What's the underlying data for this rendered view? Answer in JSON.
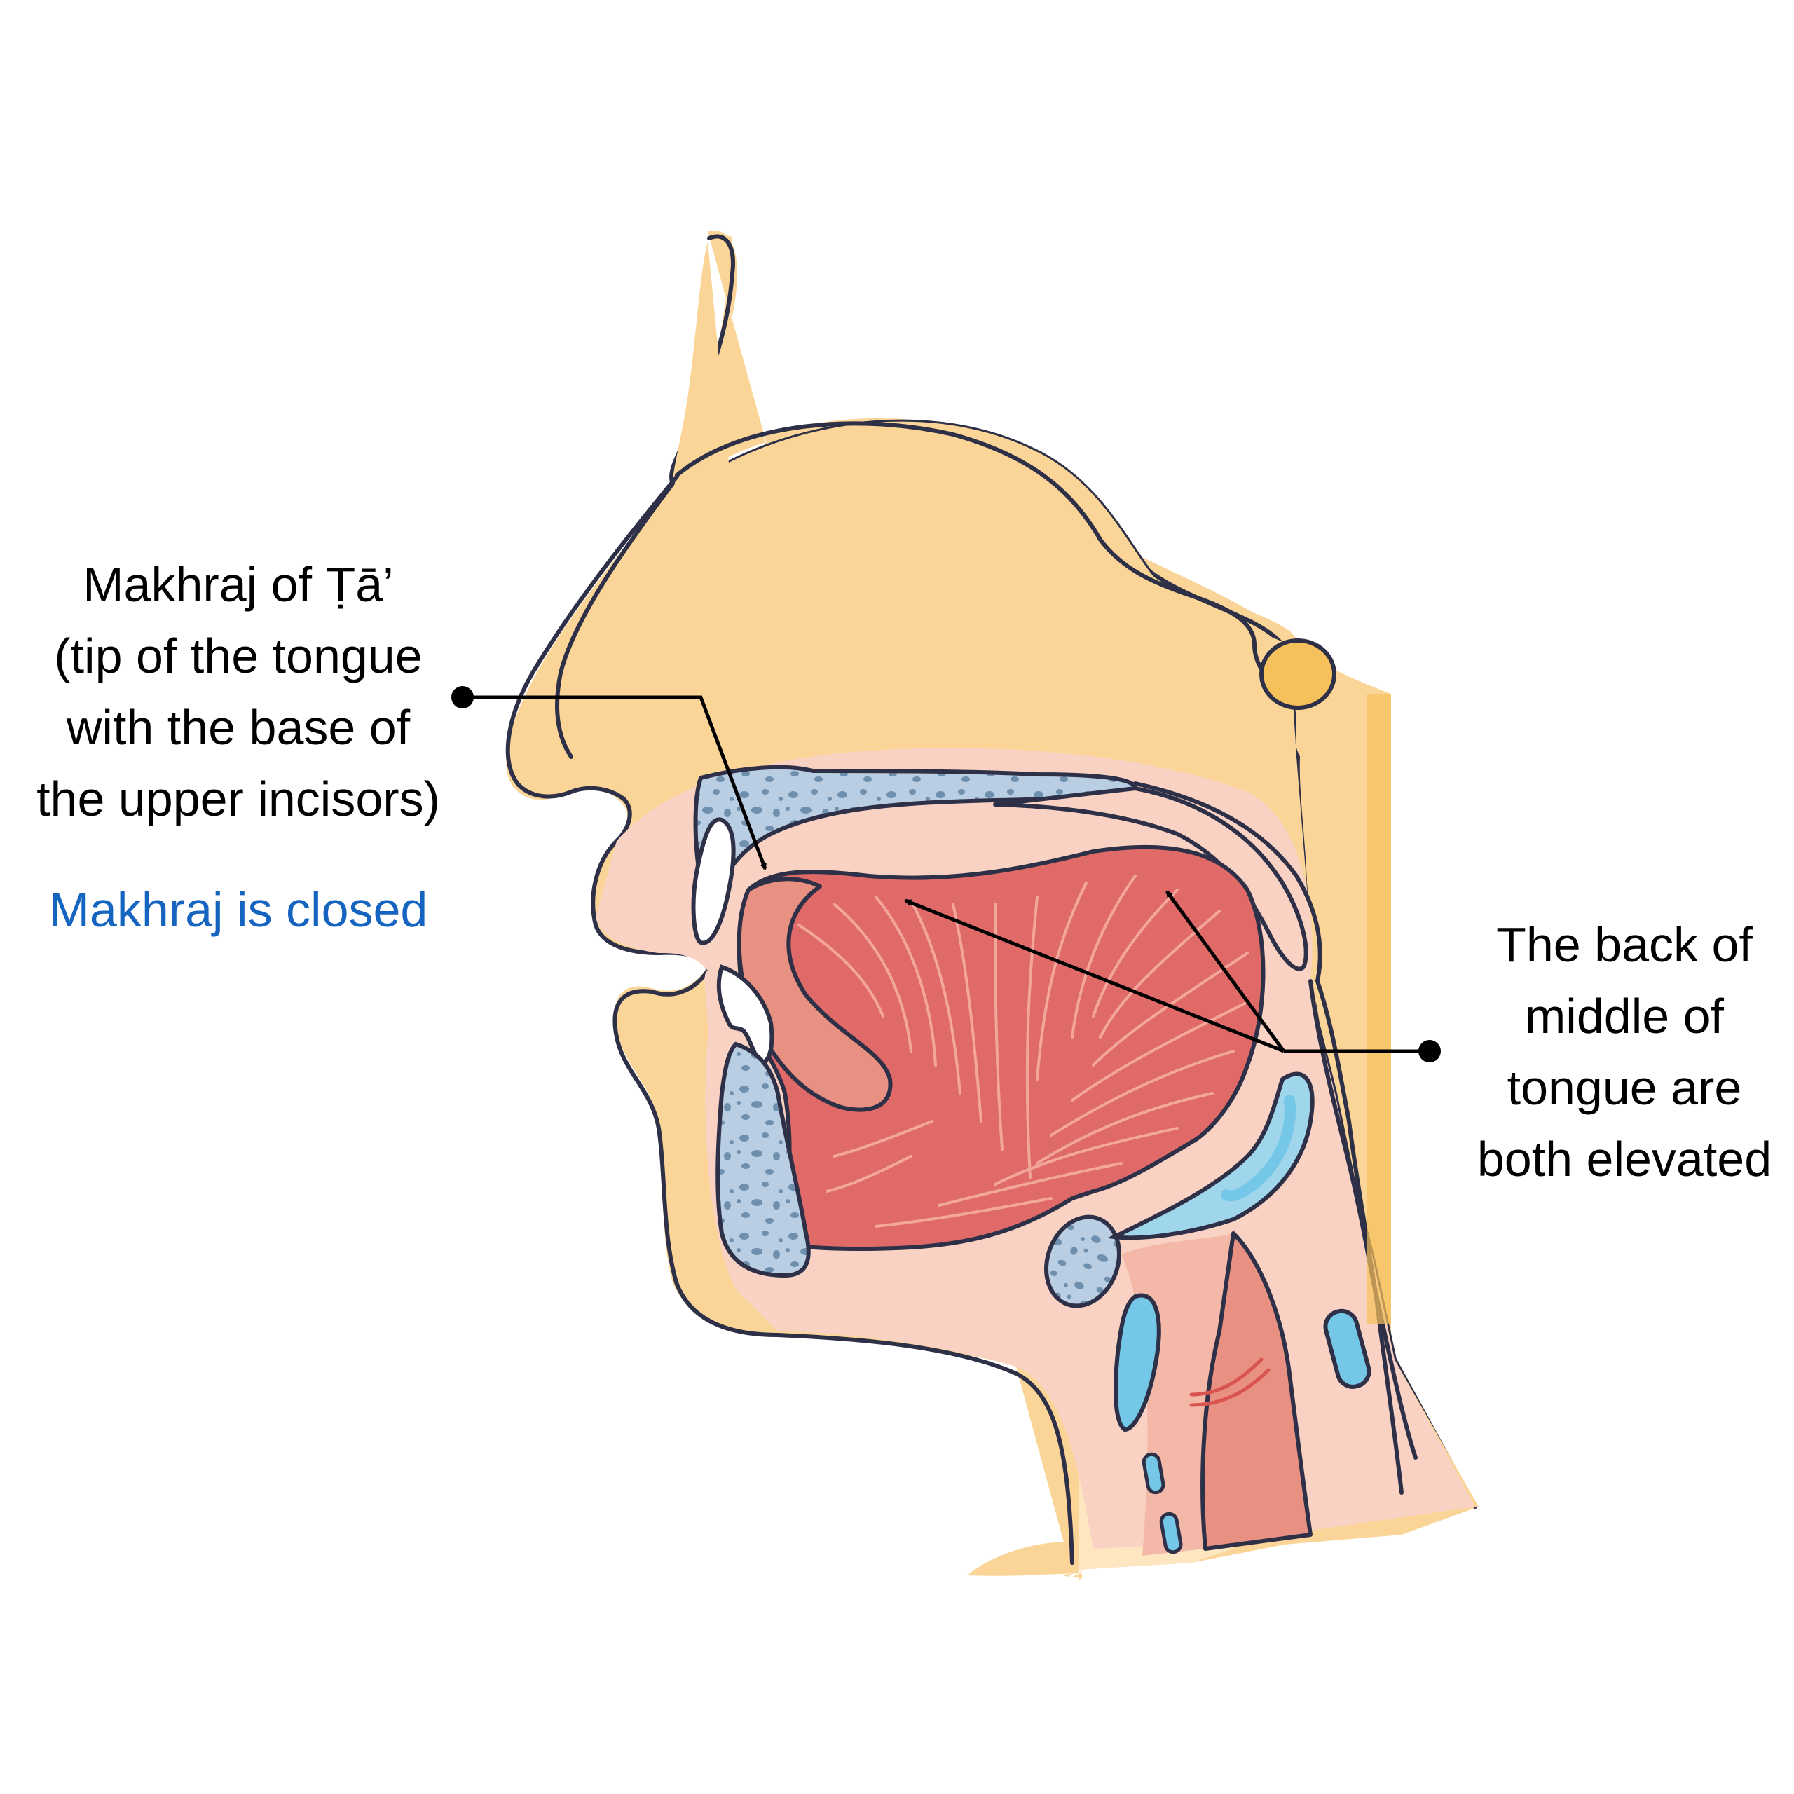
{
  "left_annotation": {
    "lines": [
      "Makhraj of Ṭā’",
      "(tip of the tongue",
      "with the base of",
      "the upper incisors)"
    ],
    "status": "Makhraj is closed",
    "status_color": "#1565c0"
  },
  "right_annotation": {
    "lines": [
      "The back of",
      "middle of",
      "tongue are",
      "both elevated"
    ]
  },
  "colors": {
    "skin": "#fbd598",
    "skin_light": "#fde6c0",
    "mucosa": "#f9d2c4",
    "tongue": "#df6a68",
    "tongue_light": "#e89082",
    "bone": "#b9cee2",
    "cartilage": "#74c7e6",
    "outline": "#2e3047",
    "leader": "#000000"
  }
}
